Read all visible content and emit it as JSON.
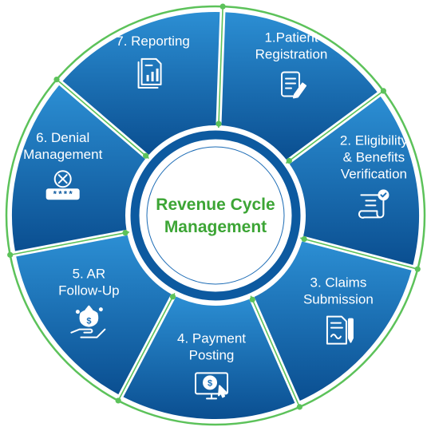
{
  "diagram": {
    "center": {
      "line1": "Revenue Cycle",
      "line2": "Management"
    },
    "colors": {
      "segment_light": "#2c8fd4",
      "segment_dark": "#0a4e90",
      "outer_ring": "#5cc25a",
      "node": "#5cc25a",
      "center_ring": "#0d5aa0",
      "center_text": "#3ca535",
      "label": "#ffffff"
    },
    "segments": [
      {
        "lines": [
          "1.Patient",
          "Registration"
        ],
        "icon": "clipboard-pen-icon"
      },
      {
        "lines": [
          "2. Eligibility",
          "& Benefits",
          "Verification"
        ],
        "icon": "certificate-scroll-icon"
      },
      {
        "lines": [
          "3. Claims",
          "Submission"
        ],
        "icon": "document-pen-icon"
      },
      {
        "lines": [
          "4. Payment",
          "Posting"
        ],
        "icon": "monitor-payment-icon"
      },
      {
        "lines": [
          "5. AR",
          "Follow-Up"
        ],
        "icon": "hand-money-bag-icon"
      },
      {
        "lines": [
          "6. Denial",
          "Management"
        ],
        "icon": "denied-password-icon"
      },
      {
        "lines": [
          "7. Reporting"
        ],
        "icon": "report-chart-icon"
      }
    ]
  }
}
